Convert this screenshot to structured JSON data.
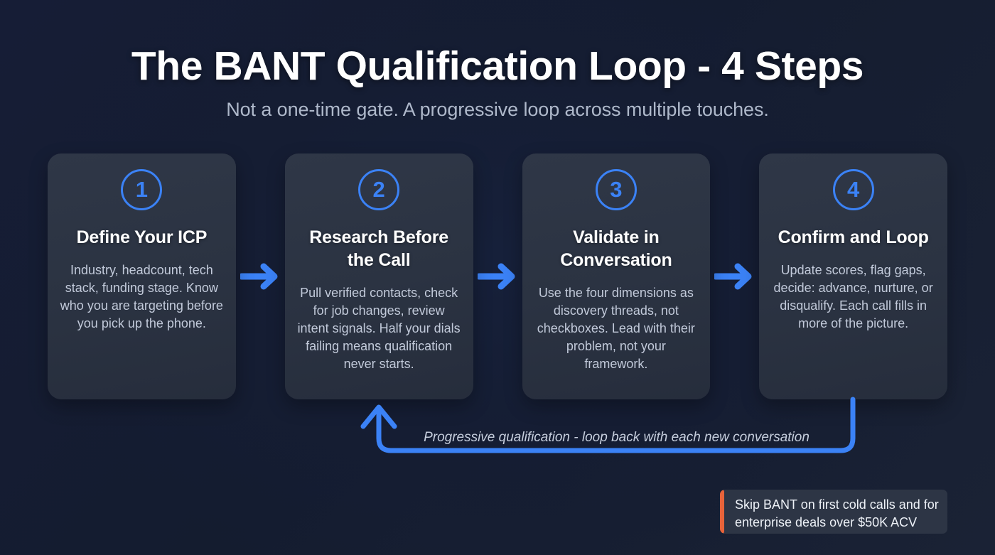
{
  "header": {
    "title": "The BANT Qualification Loop - 4 Steps",
    "subtitle": "Not a one-time gate. A progressive loop across multiple touches."
  },
  "steps": [
    {
      "number": "1",
      "title": "Define Your ICP",
      "description": "Industry, headcount, tech stack, funding stage. Know who you are targeting before you pick up the phone."
    },
    {
      "number": "2",
      "title": "Research Before the Call",
      "description": "Pull verified contacts, check for job changes, review intent signals. Half your dials failing means qualification never starts."
    },
    {
      "number": "3",
      "title": "Validate in Conversation",
      "description": "Use the four dimensions as discovery threads, not checkboxes. Lead with their problem, not your framework."
    },
    {
      "number": "4",
      "title": "Confirm and Loop",
      "description": "Update scores, flag gaps, decide: advance, nurture, or disqualify. Each call fills in more of the picture."
    }
  ],
  "loop": {
    "caption": "Progressive qualification - loop back with each new conversation"
  },
  "footnote": {
    "text": "Skip BANT on first cold calls and for enterprise deals over $50K ACV"
  },
  "colors": {
    "accent_blue": "#3b82f6",
    "accent_orange": "#e8633a",
    "card_bg": "#2c3444",
    "page_bg": "#141c30",
    "title_text": "#ffffff",
    "subtitle_text": "#aeb8ca",
    "body_text": "#c2cada"
  }
}
